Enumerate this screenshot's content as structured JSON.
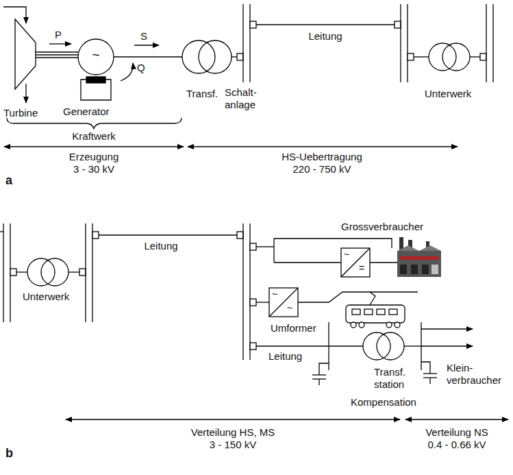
{
  "diagram": {
    "labels": [
      "a",
      "P",
      "S",
      "~",
      "Q",
      "Generator",
      "Transf.",
      "Schalt- anlage",
      "Leitung",
      "Unterwerk",
      "Turbine",
      "Kraftwerk",
      "Erzeugung",
      "3 - 30 kV",
      "HS-Uebertragung",
      "220 - 750 kV",
      "b",
      "Unterwerk",
      "Leitung",
      "Grossverbraucher",
      "~",
      "=",
      "~",
      "~",
      "Umformer",
      "Leitung",
      "Transf. station",
      "Klein- verbraucher",
      "Kompensation",
      "Verteilung HS, MS",
      "3 - 150 kV",
      "Verteilung NS",
      "0.4 - 0.66 kV"
    ]
  }
}
